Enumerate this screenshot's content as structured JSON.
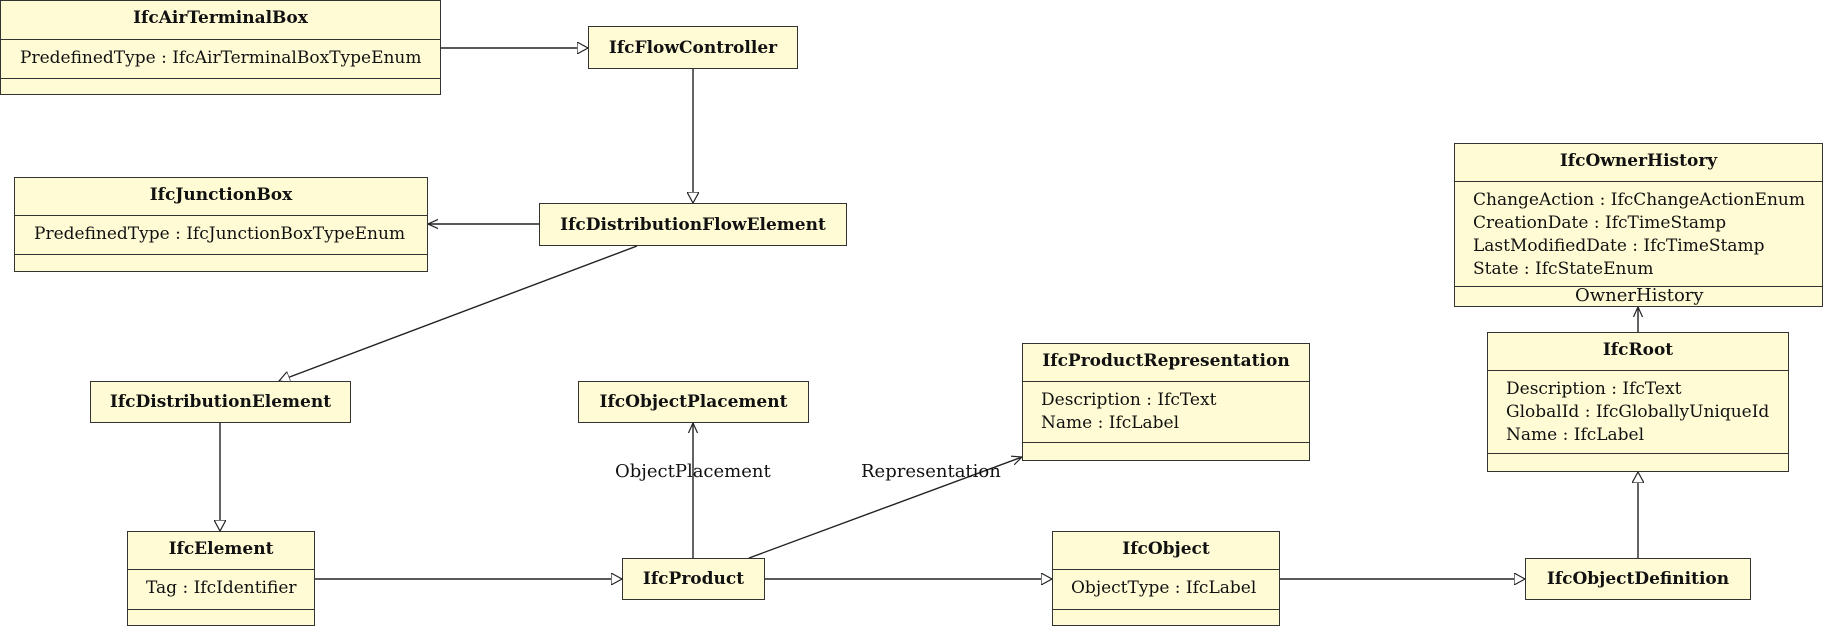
{
  "classes": {
    "air_terminal_box": {
      "name": "IfcAirTerminalBox",
      "attributes": [
        "PredefinedType : IfcAirTerminalBoxTypeEnum"
      ]
    },
    "flow_controller": {
      "name": "IfcFlowController"
    },
    "junction_box": {
      "name": "IfcJunctionBox",
      "attributes": [
        "PredefinedType : IfcJunctionBoxTypeEnum"
      ]
    },
    "distribution_flow_element": {
      "name": "IfcDistributionFlowElement"
    },
    "owner_history": {
      "name": "IfcOwnerHistory",
      "attributes": [
        "ChangeAction : IfcChangeActionEnum",
        "CreationDate : IfcTimeStamp",
        "LastModifiedDate : IfcTimeStamp",
        "State : IfcStateEnum"
      ]
    },
    "root": {
      "name": "IfcRoot",
      "attributes": [
        "Description : IfcText",
        "GlobalId : IfcGloballyUniqueId",
        "Name : IfcLabel"
      ]
    },
    "product_representation": {
      "name": "IfcProductRepresentation",
      "attributes": [
        "Description : IfcText",
        "Name : IfcLabel"
      ]
    },
    "distribution_element": {
      "name": "IfcDistributionElement"
    },
    "object_placement": {
      "name": "IfcObjectPlacement"
    },
    "element": {
      "name": "IfcElement",
      "attributes": [
        "Tag : IfcIdentifier"
      ]
    },
    "product": {
      "name": "IfcProduct"
    },
    "object": {
      "name": "IfcObject",
      "attributes": [
        "ObjectType : IfcLabel"
      ]
    },
    "object_definition": {
      "name": "IfcObjectDefinition"
    }
  },
  "relationships": {
    "owner_history_label": "OwnerHistory",
    "object_placement_label": "ObjectPlacement",
    "representation_label": "Representation"
  }
}
